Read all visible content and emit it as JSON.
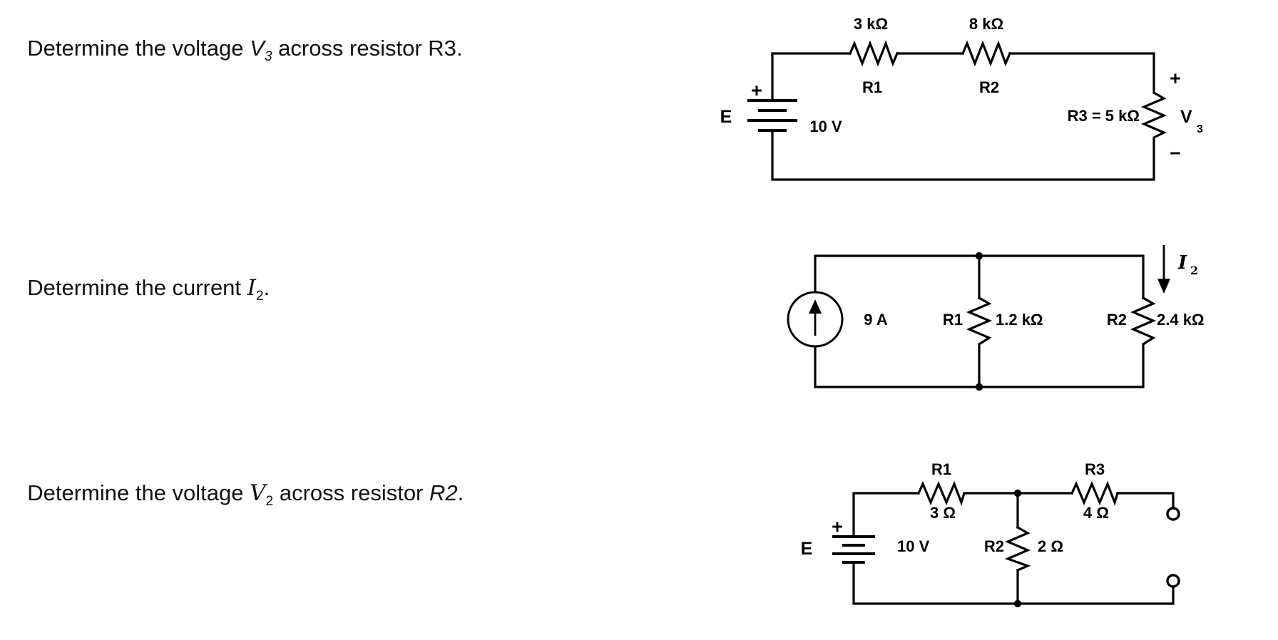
{
  "page": {
    "background": "#ffffff",
    "ink": "#000000"
  },
  "questions": [
    {
      "lead": "Determine the voltage ",
      "var": "V",
      "sub": "3",
      "tail": " across resistor ",
      "obj": "R3",
      "period": "."
    },
    {
      "lead": "Determine the current ",
      "var": "I",
      "sub": "2",
      "period": "."
    },
    {
      "lead": "Determine the voltage ",
      "var": "V",
      "sub": "2",
      "tail": " across resistor ",
      "obj": "R2",
      "period": "."
    }
  ],
  "circuit1": {
    "r1": {
      "name": "R1",
      "value": "3 kΩ"
    },
    "r2": {
      "name": "R2",
      "value": "8 kΩ"
    },
    "r3": {
      "label": "R3 = 5 kΩ"
    },
    "battery": {
      "icon": "battery-cells",
      "name": "E",
      "plus": "+",
      "value": "10 V"
    },
    "v3": {
      "plus": "+",
      "var": "V",
      "sub": "3",
      "minus": "−"
    }
  },
  "circuit2": {
    "source": {
      "icon": "current-source-up-arrow",
      "value": "9 A"
    },
    "r1": {
      "name": "R1",
      "value": "1.2 kΩ"
    },
    "r2": {
      "name": "R2",
      "value": "2.4 kΩ"
    },
    "i2": {
      "icon": "down-arrow",
      "var": "I",
      "sub": "2"
    }
  },
  "circuit3": {
    "battery": {
      "icon": "battery-cells",
      "name": "E",
      "plus": "+",
      "value": "10 V"
    },
    "r1": {
      "name": "R1",
      "value": "3 Ω"
    },
    "r2": {
      "name": "R2",
      "value": "2 Ω"
    },
    "r3": {
      "name": "R3",
      "value": "4 Ω"
    }
  }
}
